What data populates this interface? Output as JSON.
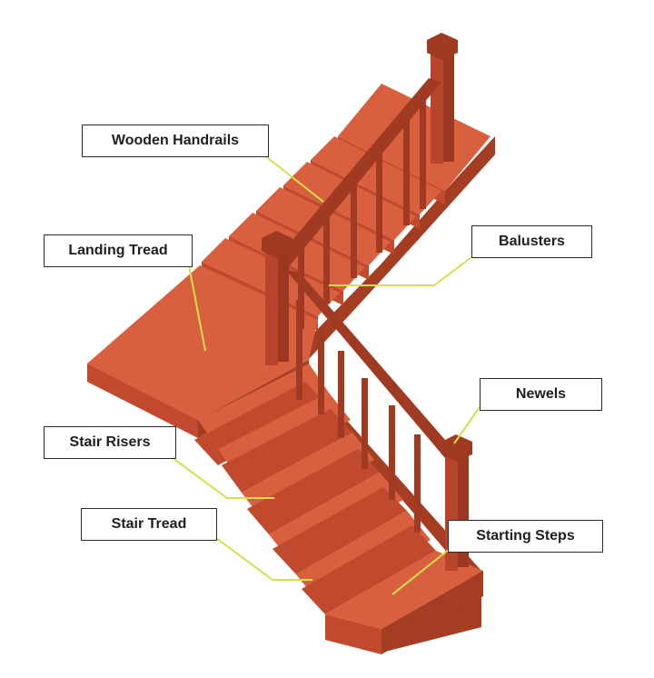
{
  "labels": {
    "handrails": "Wooden Handrails",
    "landing_tread": "Landing Tread",
    "balusters": "Balusters",
    "newels": "Newels",
    "stair_risers": "Stair Risers",
    "stair_tread": "Stair Tread",
    "starting_steps": "Starting Steps"
  },
  "colors": {
    "tread_top": "#d8603e",
    "riser": "#c0492e",
    "side": "#a53d23",
    "wood_dark": "#a03a22",
    "wood_mid": "#b8452b",
    "leader": "#d6e04a",
    "label_border": "#2b2b2b"
  }
}
